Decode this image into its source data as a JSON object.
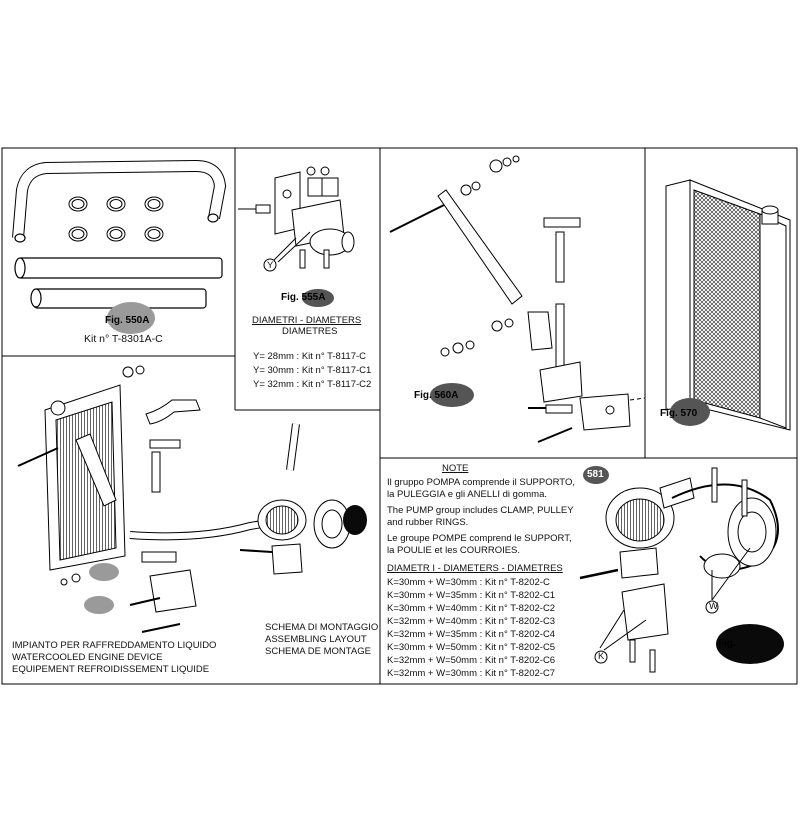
{
  "colors": {
    "line": "#000000",
    "blob_grey": "#9a9a9a",
    "blob_dark": "#555555",
    "blob_black": "#0a0a0a"
  },
  "panel_550A": {
    "fig": "Fig. 550A",
    "kit": "Kit n° T-8301A-C"
  },
  "panel_555A": {
    "fig": "Fig. 555A",
    "callout": "Y",
    "heading_1": "DIAMETRI - DIAMETERS",
    "heading_2": "DIAMETRES",
    "rows": [
      "Y= 28mm : Kit n° T-8117-C",
      "Y= 30mm : Kit n° T-8117-C1",
      "Y= 32mm : Kit n° T-8117-C2"
    ]
  },
  "panel_560A": {
    "fig": "Fig. 560A"
  },
  "panel_570": {
    "fig": "Fig. 570"
  },
  "panel_assembly": {
    "title_1": "IMPIANTO PER RAFFREDDAMENTO LIQUIDO",
    "title_2": "WATERCOOLED ENGINE DEVICE",
    "title_3": "EQUIPEMENT REFROIDISSEMENT LIQUIDE",
    "layout_1": "SCHEMA DI MONTAGGIO",
    "layout_2": "ASSEMBLING LAYOUT",
    "layout_3": "SCHEMA DE MONTAGE"
  },
  "panel_pump": {
    "note_title": "NOTE",
    "note_it_1": "Il gruppo POMPA comprende il SUPPORTO,",
    "note_it_2": "la PULEGGIA e gli ANELLI di gomma.",
    "note_en_1": "The PUMP group includes CLAMP, PULLEY",
    "note_en_2": "and rubber RINGS.",
    "note_fr_1": "Le groupe POMPE comprend le SUPPORT,",
    "note_fr_2": "la POULIE et les COURROIES.",
    "diam_heading": "DIAMETR I - DIAMETERS - DIAMETRES",
    "rows": [
      "K=30mm + W=30mm : Kit n° T-8202-C",
      "K=30mm + W=35mm : Kit n° T-8202-C1",
      "K=30mm + W=40mm : Kit n° T-8202-C2",
      "K=32mm + W=40mm : Kit n° T-8202-C3",
      "K=32mm + W=35mm : Kit n° T-8202-C4",
      "K=30mm + W=50mm : Kit n° T-8202-C5",
      "K=32mm + W=50mm : Kit n° T-8202-C6",
      "K=32mm + W=30mm : Kit n° T-8202-C7"
    ],
    "ref": "581",
    "callout_w": "W",
    "callout_k": "K",
    "fig": "Fig."
  }
}
